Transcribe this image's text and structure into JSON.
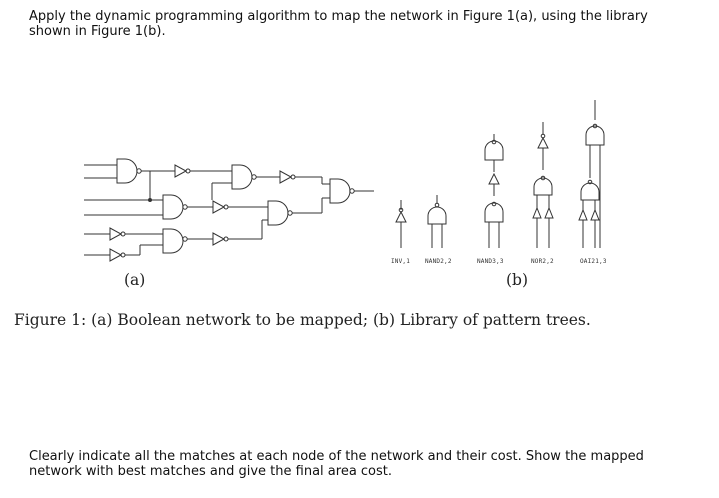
{
  "question": "Apply the dynamic programming algorithm to map the network in Figure 1(a), using the library shown in Figure 1(b).",
  "figure": {
    "sub_a": "(a)",
    "sub_b": "(b)",
    "caption": "Figure 1: (a) Boolean network to be mapped; (b) Library of pattern trees.",
    "library_labels": [
      "INV,1",
      "NAND2,2",
      "NAND3,3",
      "NOR2,2",
      "OAI21,3"
    ]
  },
  "footer": "Clearly indicate all the matches at each node of the network and their cost. Show the mapped network with best matches and give the final area cost."
}
